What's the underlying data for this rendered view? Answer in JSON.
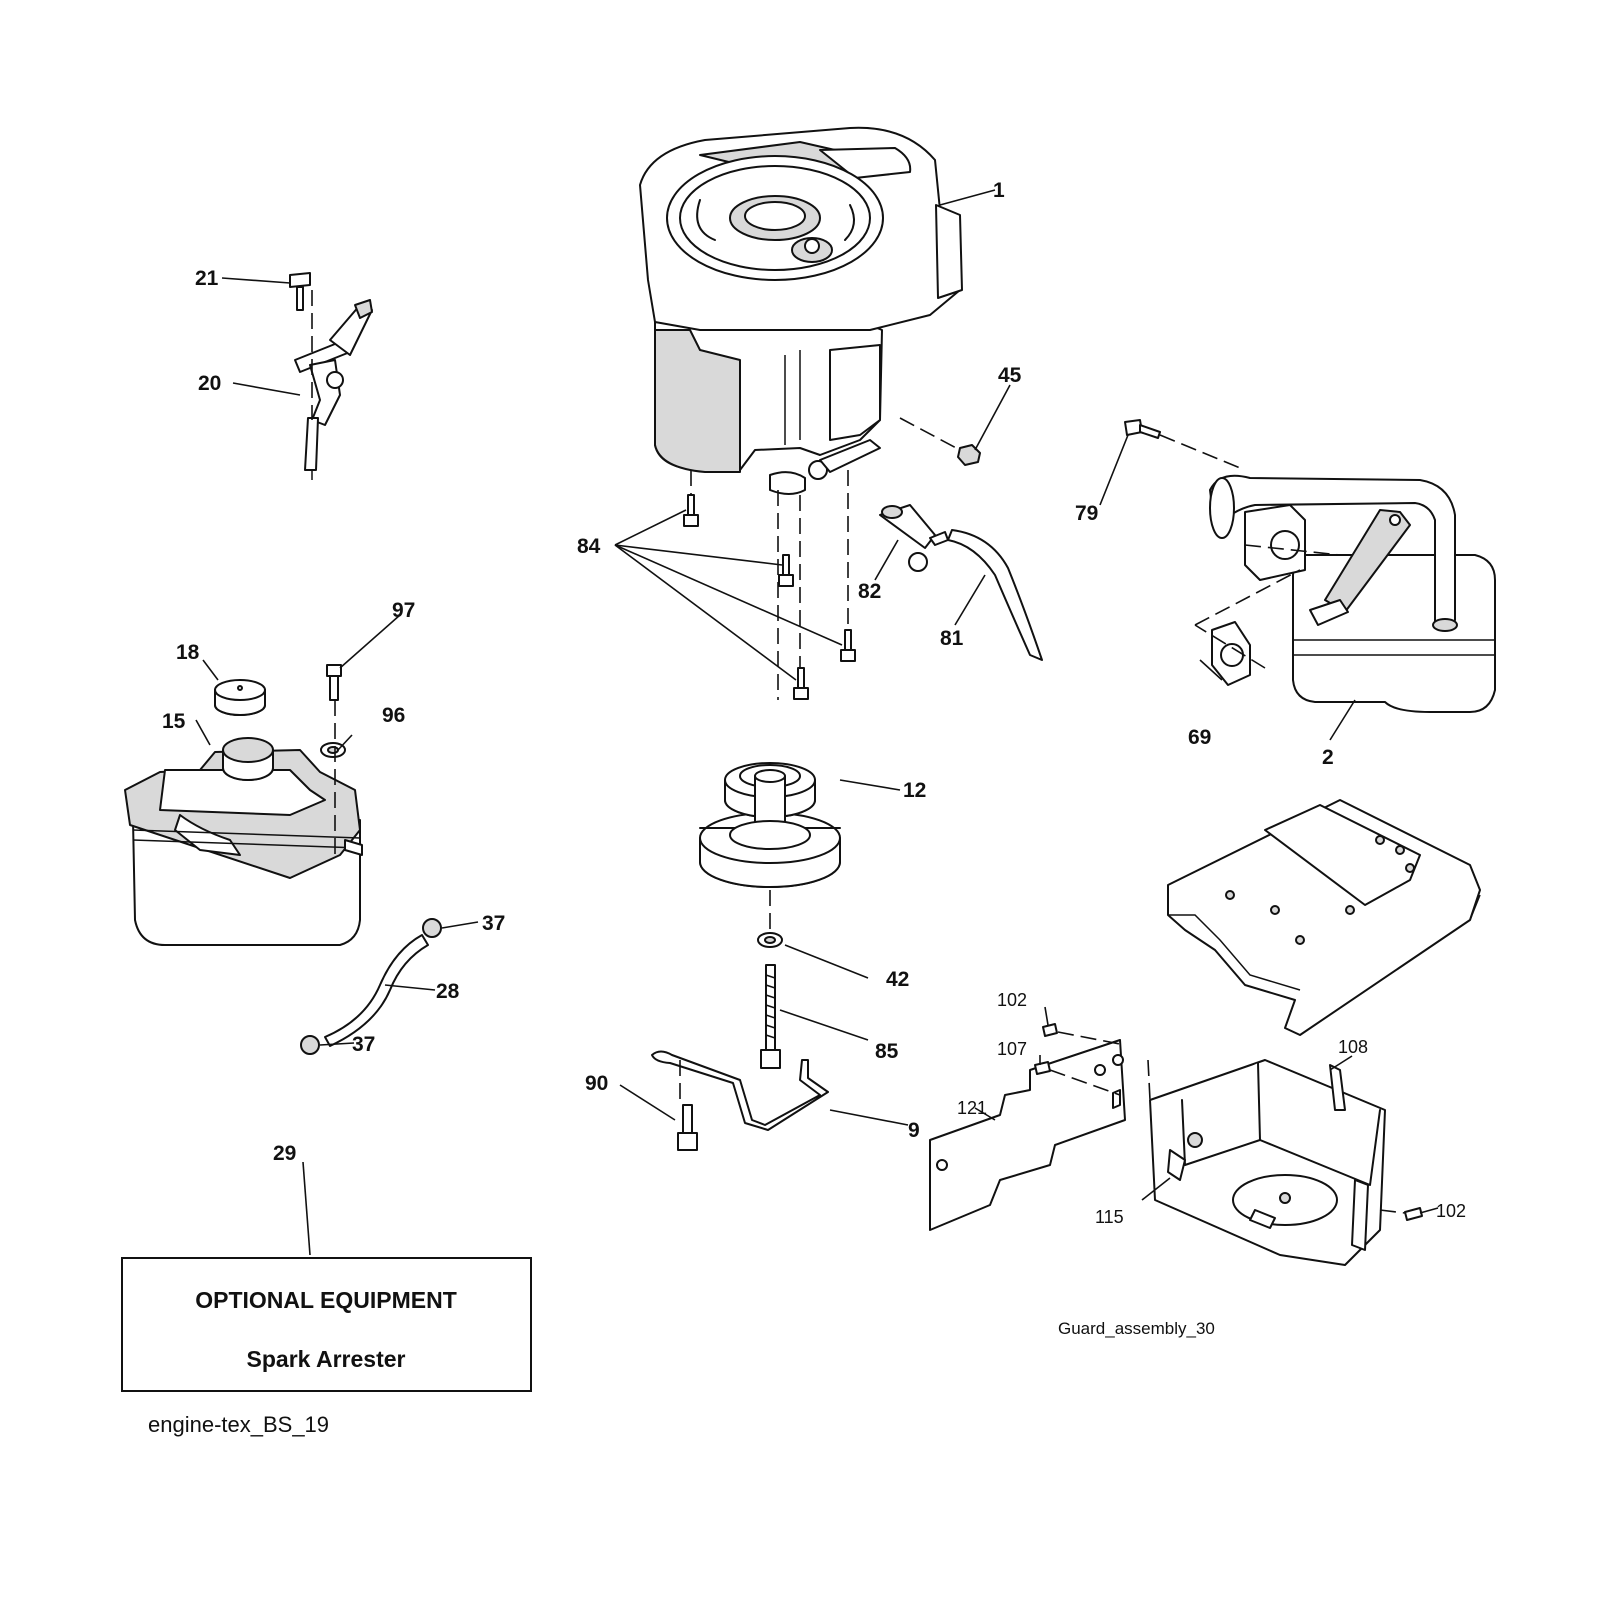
{
  "callouts": {
    "c1": "1",
    "c2": "2",
    "c9": "9",
    "c12": "12",
    "c15": "15",
    "c18": "18",
    "c20": "20",
    "c21": "21",
    "c28": "28",
    "c29": "29",
    "c37a": "37",
    "c37b": "37",
    "c42": "42",
    "c45": "45",
    "c69": "69",
    "c79": "79",
    "c81": "81",
    "c82": "82",
    "c84": "84",
    "c85": "85",
    "c90": "90",
    "c96": "96",
    "c97": "97",
    "c102a": "102",
    "c102b": "102",
    "c107": "107",
    "c108": "108",
    "c115": "115",
    "c121": "121"
  },
  "optional_box": {
    "heading": "OPTIONAL EQUIPMENT",
    "item": "Spark Arrester"
  },
  "captions": {
    "engine": "engine-tex_BS_19",
    "guard": "Guard_assembly_30"
  }
}
